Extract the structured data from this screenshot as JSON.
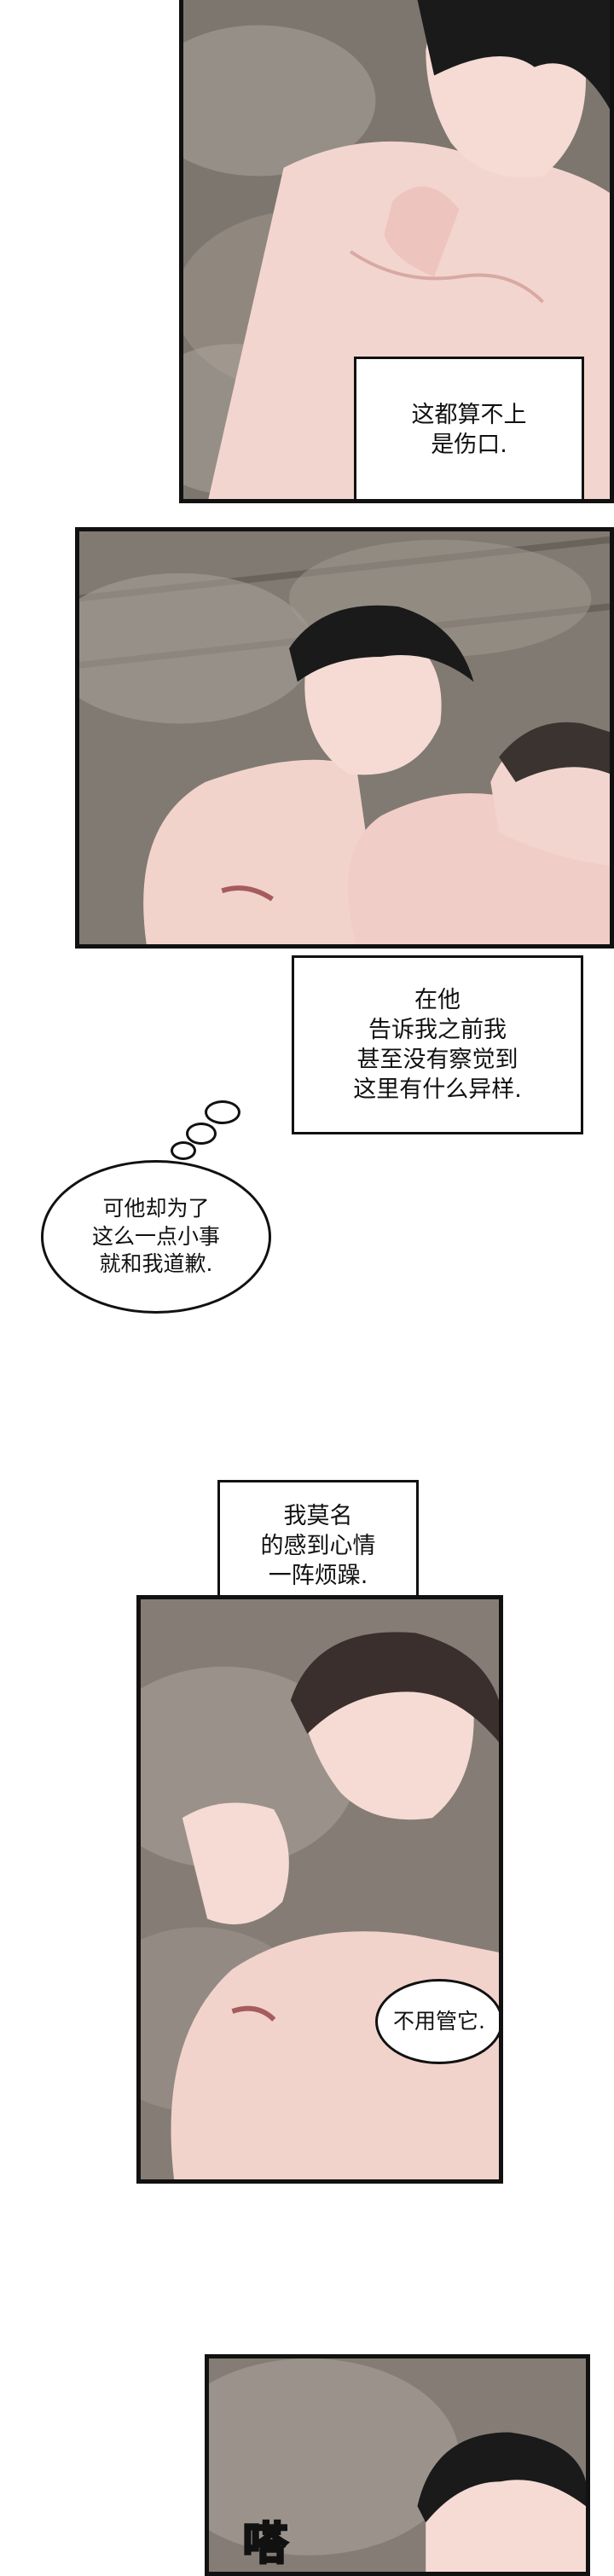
{
  "panels": [
    {
      "id": "panel-1",
      "caption": "这都算不上\n是伤口."
    },
    {
      "id": "panel-2"
    },
    {
      "id": "panel-3",
      "bubble": "不用管它."
    },
    {
      "id": "panel-4",
      "sfx": "嗒"
    }
  ],
  "captions": [
    {
      "text": "在他\n告诉我之前我\n甚至没有察觉到\n这里有什么异样."
    },
    {
      "text": "我莫名\n的感到心情\n一阵烦躁."
    }
  ],
  "thought_bubble": {
    "text": "可他却为了\n这么一点小事\n就和我道歉."
  }
}
